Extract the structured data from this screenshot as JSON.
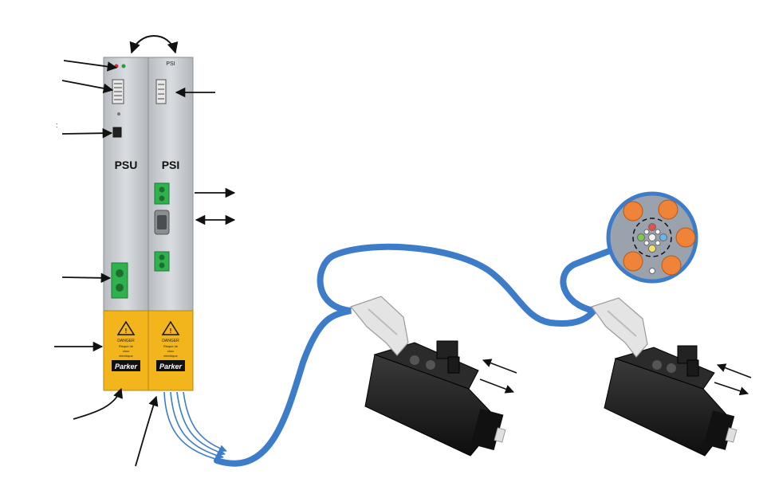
{
  "labels": {
    "psu": "PSU",
    "psi": "PSI",
    "psi_top": "PSI"
  },
  "hazard": {
    "title": "DANGER",
    "lines": [
      "Risque de",
      "choc",
      "electrique"
    ]
  },
  "brand": "Parker",
  "colors": {
    "cable": "#3d7cc9",
    "module_body": "#c9cdd2",
    "hazard_yellow": "#f2b51c",
    "terminal_green": "#2fb24d",
    "motor_body": "#1b1b1b",
    "connector_white": "#e4e4e4",
    "pin_orange": "#ef8438",
    "circle_gray": "#9aa3ad"
  },
  "icons": [
    "hazard-triangle-icon",
    "arrow-icon",
    "curved-arrow-icon"
  ]
}
